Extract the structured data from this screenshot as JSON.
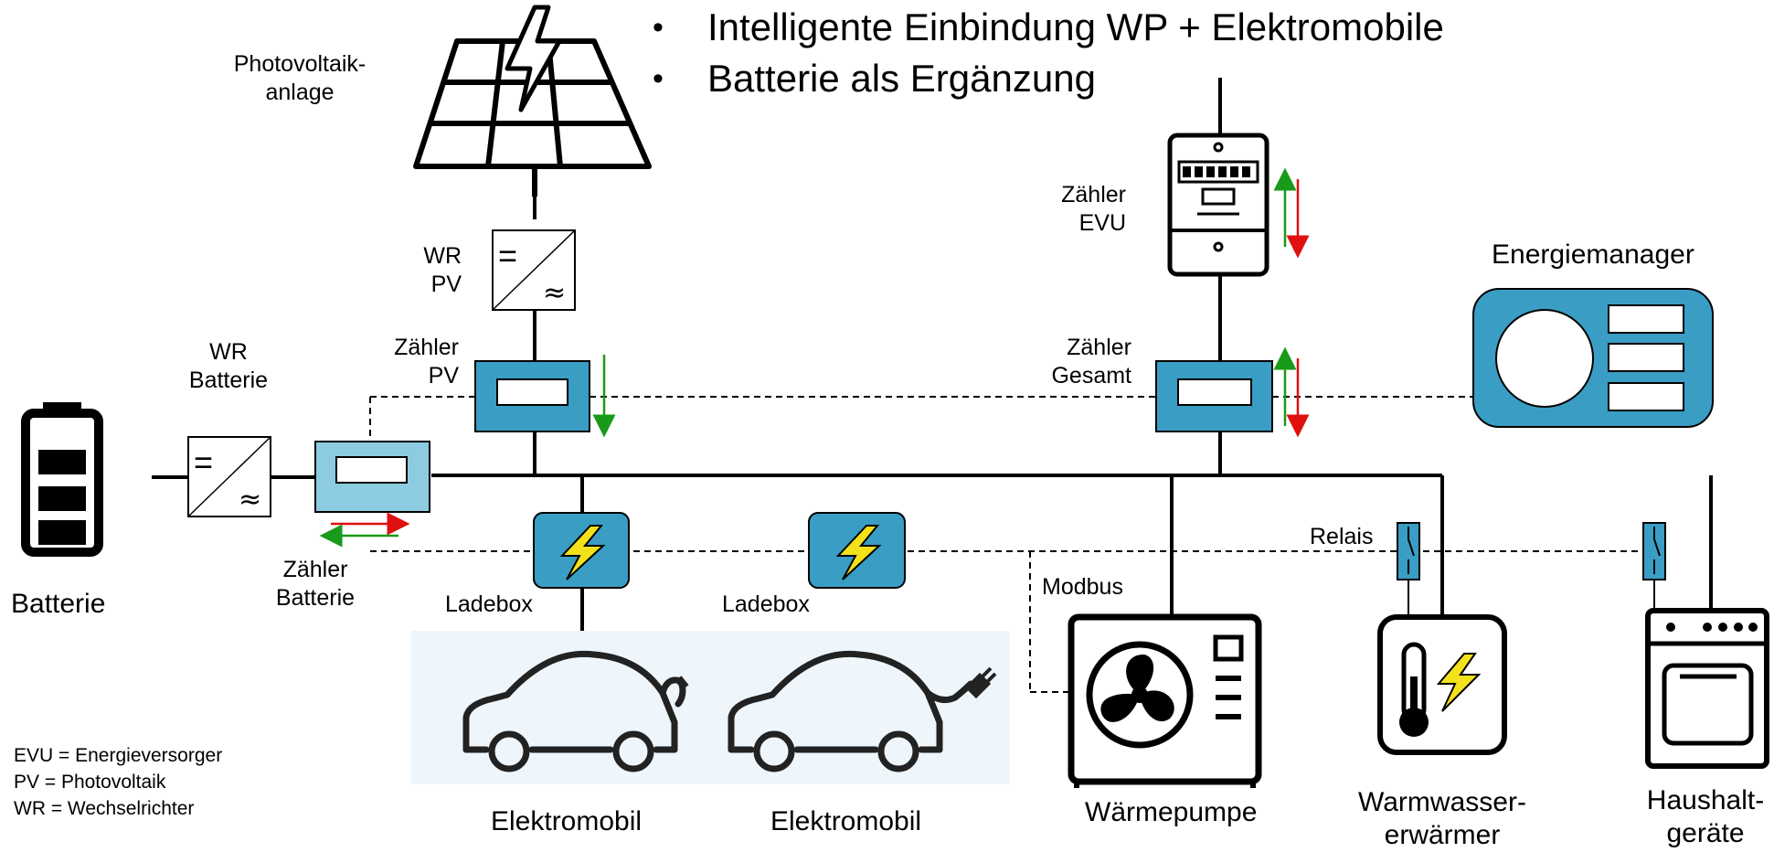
{
  "bullets": [
    "Intelligente Einbindung WP + Elektromobile",
    "Batterie als Ergänzung"
  ],
  "labels": {
    "pv_anlage": [
      "Photovoltaik-",
      "anlage"
    ],
    "wr_pv": [
      "WR",
      "PV"
    ],
    "zaehler_pv": [
      "Zähler",
      "PV"
    ],
    "wr_batterie": [
      "WR",
      "Batterie"
    ],
    "zaehler_batterie": [
      "Zähler",
      "Batterie"
    ],
    "batterie": "Batterie",
    "zaehler_evu": [
      "Zähler",
      "EVU"
    ],
    "zaehler_gesamt": [
      "Zähler",
      "Gesamt"
    ],
    "energiemanager": "Energiemanager",
    "ladebox_1": "Ladebox",
    "ladebox_2": "Ladebox",
    "modbus": "Modbus",
    "relais": "Relais",
    "elektromobil_1": "Elektromobil",
    "elektromobil_2": "Elektromobil",
    "waermepumpe": "Wärmepumpe",
    "warmwasser": [
      "Warmwasser-",
      "erwärmer"
    ],
    "haushalt": [
      "Haushalt-",
      "geräte"
    ]
  },
  "symbols": {
    "dc": "=",
    "ac": "≈"
  },
  "legend": [
    "EVU = Energieversorger",
    "PV = Photovoltaik",
    "WR = Wechselrichter"
  ],
  "colors": {
    "device_blue": "#3a9dc4",
    "battery_meter_blue": "#8ccbe0",
    "arrow_green": "#1a9a1a",
    "arrow_red": "#e01010",
    "bolt_yellow": "#f2e21b",
    "car_bg": "#eef6fb"
  },
  "icons": {
    "pv": "solar-panel-icon",
    "battery": "battery-icon",
    "meter": "electricity-meter-icon",
    "manager": "energy-manager-icon",
    "charger": "charging-box-icon",
    "car": "electric-car-icon",
    "heatpump": "heat-pump-icon",
    "waterheater": "water-heater-icon",
    "stove": "household-appliance-icon",
    "relay": "relay-switch-icon"
  }
}
